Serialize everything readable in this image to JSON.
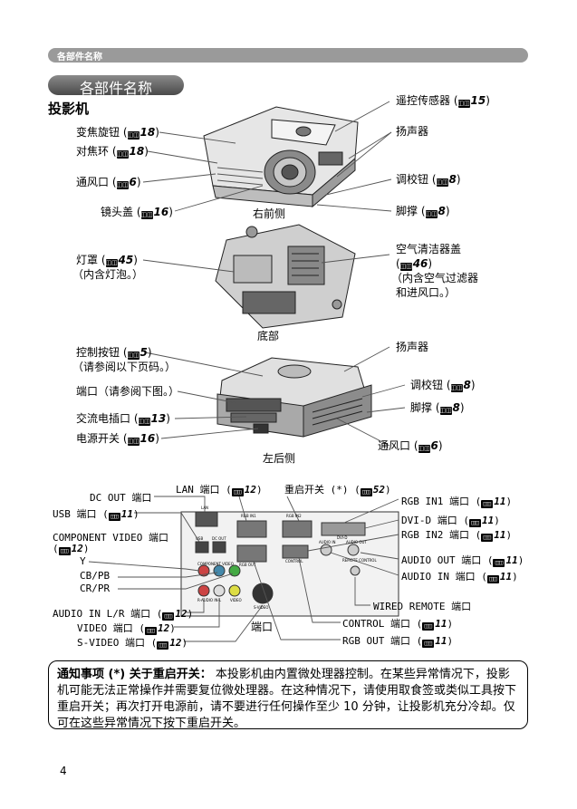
{
  "header": {
    "section_bar": "各部件名称"
  },
  "page_title": "各部件名称",
  "section_heading": "投影机",
  "view_front": {
    "caption": "右前侧",
    "left_labels": [
      {
        "text": "变焦旋钮 (",
        "ref": "18",
        "close": ")"
      },
      {
        "text": "对焦环 (",
        "ref": "18",
        "close": ")"
      },
      {
        "text": "通风口 (",
        "ref": "6",
        "close": ")"
      },
      {
        "text": "镜头盖 (",
        "ref": "16",
        "close": ")"
      }
    ],
    "right_labels": [
      {
        "text": "遥控传感器 (",
        "ref": "15",
        "close": ")"
      },
      {
        "text": "扬声器",
        "ref": "",
        "close": ""
      },
      {
        "text": "调校钮 (",
        "ref": "8",
        "close": ")"
      },
      {
        "text": "脚撑 (",
        "ref": "8",
        "close": ")"
      }
    ]
  },
  "view_bottom": {
    "caption": "底部",
    "left_label": {
      "text": "灯罩 (",
      "ref": "45",
      "close": ")",
      "note": "（内含灯泡。）"
    },
    "right_label": {
      "text": "空气清洁器盖",
      "ref": "46",
      "note1": "（内含空气过滤器",
      "note2": "和进风口。）"
    }
  },
  "view_back": {
    "caption": "左后侧",
    "left_labels": [
      {
        "text": "控制按钮 (",
        "ref": "5",
        "close": ")",
        "note": "（请参阅以下页码。）"
      },
      {
        "text": "端口（请参阅下图。）",
        "ref": "",
        "close": ""
      },
      {
        "text": "交流电插口 (",
        "ref": "13",
        "close": ")"
      },
      {
        "text": "电源开关 (",
        "ref": "16",
        "close": ")"
      }
    ],
    "right_labels": [
      {
        "text": "扬声器",
        "ref": "",
        "close": ""
      },
      {
        "text": "调校钮 (",
        "ref": "8",
        "close": ")"
      },
      {
        "text": "脚撑 (",
        "ref": "8",
        "close": ")"
      },
      {
        "text": "通风口 (",
        "ref": "6",
        "close": ")"
      }
    ]
  },
  "ports": {
    "caption": "端口",
    "book_icon": "book-icon",
    "labels": {
      "dc_out": "DC OUT 端口",
      "usb": "USB 端口 (",
      "usb_ref": "11",
      "component_1": "COMPONENT VIDEO 端口",
      "component_ref": "12",
      "y": "Y",
      "cb": "CB/PB",
      "cr": "CR/PR",
      "audio_in_lr": "AUDIO IN L/R 端口 (",
      "audio_in_lr_ref": "12",
      "video": "VIDEO 端口 (",
      "video_ref": "12",
      "svideo": "S-VIDEO 端口 (",
      "svideo_ref": "12",
      "lan": "LAN 端口 (",
      "lan_ref": "12",
      "reset": "重启开关 (*) (",
      "reset_ref": "52",
      "rgb_in1": "RGB IN1 端口 (",
      "rgb_in1_ref": "11",
      "dvid": "DVI-D 端口 (",
      "dvid_ref": "11",
      "rgb_in2": "RGB IN2 端口 (",
      "rgb_in2_ref": "11",
      "audio_out": "AUDIO OUT 端口 (",
      "audio_out_ref": "11",
      "audio_in": "AUDIO IN 端口 (",
      "audio_in_ref": "11",
      "wired_remote": "WIRED REMOTE 端口",
      "control": "CONTROL 端口 (",
      "control_ref": "11",
      "rgb_out": "RGB OUT 端口 (",
      "rgb_out_ref": "11"
    },
    "panel_marks": {
      "rgb_in1": "RGB IN1",
      "rgb_in2": "RGB IN2",
      "dvid": "DVI-D",
      "lan": "LAN",
      "usb": "USB",
      "dc_out": "DC OUT",
      "audio_in": "AUDIO IN",
      "audio_out": "AUDIO OUT",
      "wired": "REMOTE CONTROL",
      "component": "COMPONENT VIDEO",
      "rgb_out": "RGB OUT",
      "control": "CONTROL",
      "r_audio_l": "R-AUDIO IN-L",
      "video": "VIDEO",
      "svideo": "S-VIDEO"
    }
  },
  "notice": {
    "lead": "通知事项 (*) 关于重启开关：",
    "body": "本投影机由内置微处理器控制。在某些异常情况下，投影机可能无法正常操作并需要复位微处理器。在这种情况下，请使用取食签或类似工具按下重启开关；再次打开电源前，请不要进行任何操作至少 10 分钟，让投影机充分冷却。仅可在这些异常情况下按下重启开关。"
  },
  "page_number": "4"
}
